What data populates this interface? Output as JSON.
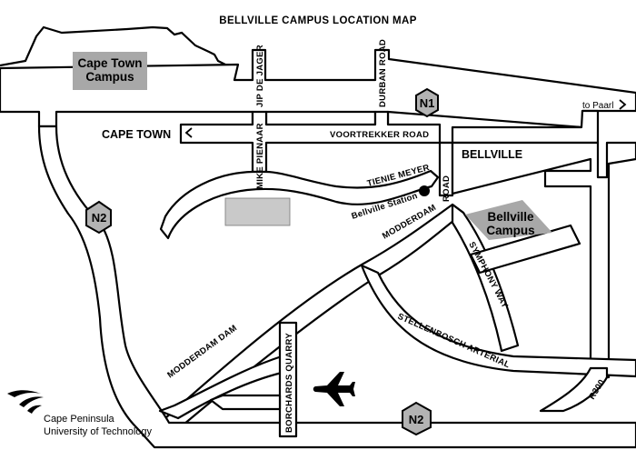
{
  "title": "BELLVILLE CAMPUS LOCATION MAP",
  "roads": {
    "jip_de_jager": "JIP DE JAGER",
    "durban_road": "DURBAN ROAD",
    "voortrekker_road": "VOORTREKKER ROAD",
    "mike_pienaar": "MIKE PIENAAR",
    "tienie_meyer": "TIENIE MEYER",
    "road": "ROAD",
    "modderdam": "MODDERDAM",
    "symphony_way": "SYMPHONY WAY",
    "stellenbosch_arterial": "STELLENBOSCH ARTERIAL",
    "modderdam_dam": "MODDERDAM DAM",
    "borchards_quarry": "BORCHARDS QUARRY",
    "r300": "R300"
  },
  "places": {
    "cape_town_campus_line1": "Cape Town",
    "cape_town_campus_line2": "Campus",
    "bellville_campus_line1": "Bellville",
    "bellville_campus_line2": "Campus",
    "cape_town": "CAPE TOWN",
    "bellville": "BELLVILLE",
    "bellville_station": "Bellville Station",
    "to_paarl": "to Paarl"
  },
  "shields": {
    "n1": "N1",
    "n2_west": "N2",
    "n2_south": "N2"
  },
  "logo": {
    "line1": "Cape Peninsula",
    "line2": "University of Technology"
  },
  "colors": {
    "campus_fill": "#a8a8a8",
    "grey_block": "#c9c9c9",
    "shield_fill": "#b3b3b3",
    "road_fill": "#ffffff",
    "outline": "#000000"
  }
}
